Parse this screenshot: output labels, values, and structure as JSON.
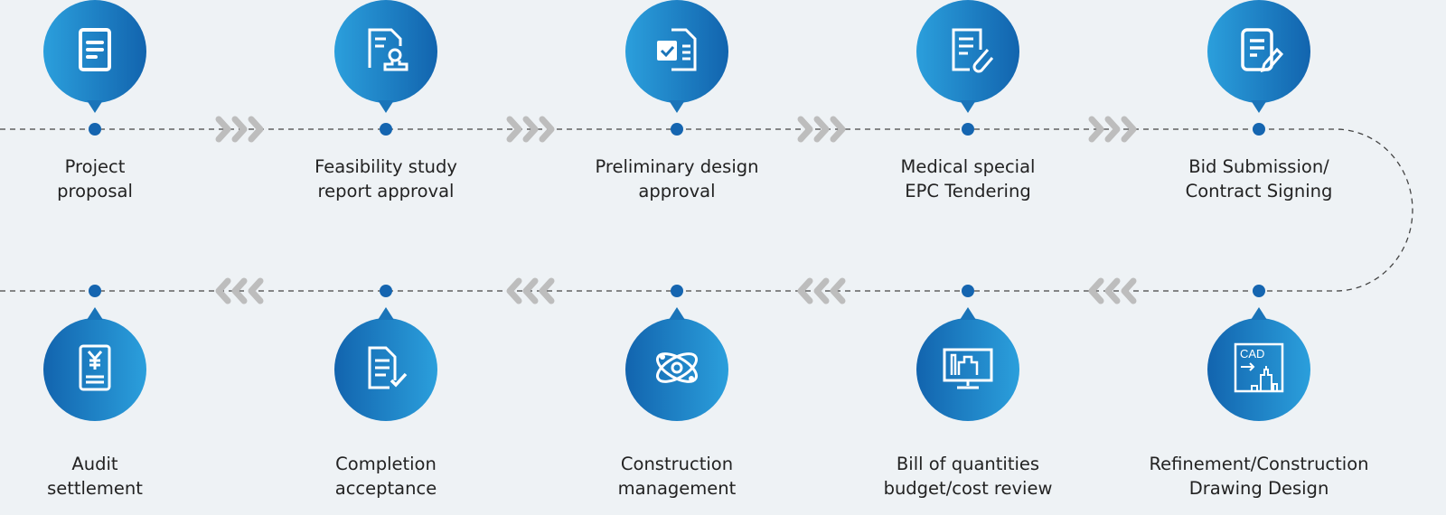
{
  "steps_top": [
    {
      "line1": "Project",
      "line2": "proposal",
      "icon": "document-icon"
    },
    {
      "line1": "Feasibility study",
      "line2": "report approval",
      "icon": "document-stamp-icon"
    },
    {
      "line1": "Preliminary design",
      "line2": "approval",
      "icon": "document-check-icon"
    },
    {
      "line1": "Medical special",
      "line2": "EPC Tendering",
      "icon": "document-paperclip-icon"
    },
    {
      "line1": "Bid Submission/",
      "line2": "Contract Signing",
      "icon": "document-pen-icon"
    }
  ],
  "steps_bottom": [
    {
      "line1": "Audit",
      "line2": "settlement",
      "icon": "yuan-document-icon"
    },
    {
      "line1": "Completion",
      "line2": "acceptance",
      "icon": "document-checkmark-icon"
    },
    {
      "line1": "Construction",
      "line2": "management",
      "icon": "atom-network-icon"
    },
    {
      "line1": "Bill of quantities",
      "line2": "budget/cost review",
      "icon": "monitor-chart-icon"
    },
    {
      "line1": "Refinement/Construction",
      "line2": "Drawing Design",
      "icon": "cad-building-icon"
    }
  ],
  "cad_text": "CAD",
  "colors": {
    "accent": "#1565b0",
    "chevron": "#bdbdbd",
    "background": "#eef2f5"
  }
}
